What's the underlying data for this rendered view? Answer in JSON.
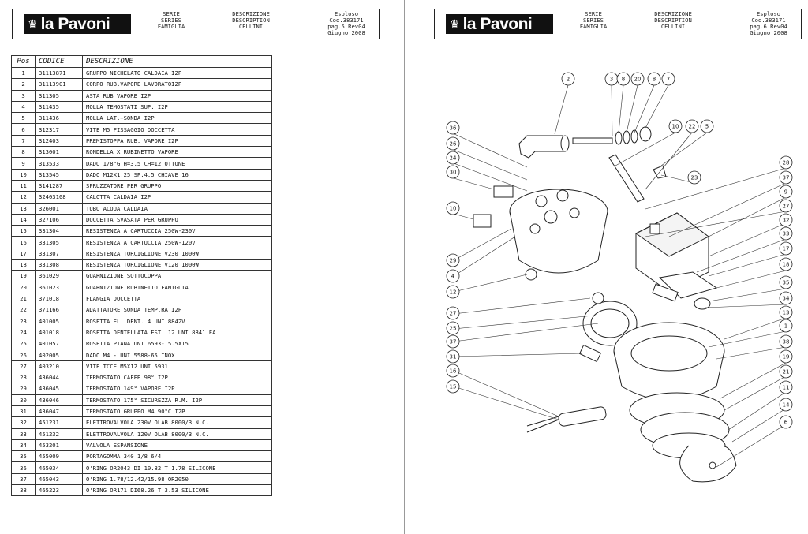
{
  "header": {
    "brand": "la Pavoni",
    "col_serie": [
      "SERIE",
      "SERIES",
      "FAMIGLIA"
    ],
    "col_desc": [
      "DESCRIZIONE",
      "DESCRIPTION",
      "CELLINI"
    ],
    "left_esp": [
      "Esploso",
      "Cod.383171",
      "pag.5  Rev04",
      "Giugno 2008"
    ],
    "right_esp": [
      "Esploso",
      "Cod.383171",
      "pag.6  Rev04",
      "Giugno 2008"
    ]
  },
  "table": {
    "headers": [
      "Pos",
      "CODICE",
      "DESCRIZIONE"
    ],
    "rows": [
      [
        "1",
        "31113871",
        "GRUPPO NICHELATO CALDAIA I2P"
      ],
      [
        "2",
        "31113901",
        "CORPO RUB.VAPORE LAVORATOI2P"
      ],
      [
        "3",
        "311305",
        "ASTA  RUB VAPORE I2P"
      ],
      [
        "4",
        "311435",
        "MOLLA TEMOSTATI SUP. I2P"
      ],
      [
        "5",
        "311436",
        "MOLLA LAT.+SONDA I2P"
      ],
      [
        "6",
        "312317",
        "VITE M5 FISSAGGIO DOCCETTA"
      ],
      [
        "7",
        "312403",
        "PREMISTOPPA RUB. VAPORE  I2P"
      ],
      [
        "8",
        "313001",
        "RONDELLA X RUBINETTO VAPORE"
      ],
      [
        "9",
        "313533",
        "DADO 1/8\"G H=3.5 CH=12 OTTONE"
      ],
      [
        "10",
        "313545",
        "DADO M12X1.25 SP.4.5 CHIAVE 16"
      ],
      [
        "11",
        "3141287",
        "SPRUZZATORE PER GRUPPO"
      ],
      [
        "12",
        "32403108",
        "CALOTTA CALDAIA I2P"
      ],
      [
        "13",
        "326001",
        "TUBO ACQUA CALDAIA"
      ],
      [
        "14",
        "327106",
        "DOCCETTA SVASATA PER GRUPPO"
      ],
      [
        "15",
        "331304",
        "RESISTENZA A CARTUCCIA  250W-230V"
      ],
      [
        "16",
        "331305",
        "RESISTENZA A CARTUCCIA  250W-120V"
      ],
      [
        "17",
        "331307",
        "RESISTENZA TORCIGLIONE V230 1000W"
      ],
      [
        "18",
        "331308",
        "RESISTENZA TORCIGLIONE V120 1000W"
      ],
      [
        "19",
        "361029",
        "GUARNIZIONE SOTTOCOPPA"
      ],
      [
        "20",
        "361023",
        "GUARNIZIONE RUBINETTO FAMIGLIA"
      ],
      [
        "21",
        "371018",
        "FLANGIA DOCCETTA"
      ],
      [
        "22",
        "371166",
        "ADATTATORE SONDA TEMP.RA I2P"
      ],
      [
        "23",
        "401005",
        "ROSETTA EL. DENT.  4 UNI 8842V"
      ],
      [
        "24",
        "401018",
        "ROSETTA DENTELLATA EST. 12 UNI 8841 FA"
      ],
      [
        "25",
        "401057",
        "ROSETTA PIANA UNI 6593- 5.5X15"
      ],
      [
        "26",
        "402005",
        "DADO  M4 - UNI 5588-65 INOX"
      ],
      [
        "27",
        "403210",
        "VITE TCCE M5X12 UNI 5931"
      ],
      [
        "28",
        "436044",
        "TERMOSTATO CAFFE 98° I2P"
      ],
      [
        "29",
        "436045",
        "TERMOSTATO 149° VAPORE I2P"
      ],
      [
        "30",
        "436046",
        "TERMOSTATO 175° SICUREZZA R.M. I2P"
      ],
      [
        "31",
        "436047",
        "TERMOSTATO GRUPPO M4 90°C I2P"
      ],
      [
        "32",
        "451231",
        "ELETTROVALVOLA 230V OLAB 8000/3 N.C."
      ],
      [
        "33",
        "451232",
        "ELETTROVALVOLA 120V OLAB 8000/3 N.C."
      ],
      [
        "34",
        "453201",
        "VALVOLA ESPANSIONE"
      ],
      [
        "35",
        "455009",
        "PORTAGOMMA 340 1/8 6/4"
      ],
      [
        "36",
        "465034",
        "O'RING OR2043 DI 10.82  T 1.78 SILICONE"
      ],
      [
        "37",
        "465043",
        "O'RING  1.78/12.42/15.98 OR2050"
      ],
      [
        "38",
        "465223",
        "O'RING OR171 DI68.26 T 3.53 SILICONE"
      ]
    ]
  },
  "callouts": [
    "2",
    "3",
    "8",
    "20",
    "8",
    "7",
    "36",
    "10",
    "22",
    "5",
    "26",
    "24",
    "30",
    "23",
    "28",
    "37",
    "9",
    "10",
    "27",
    "32",
    "29",
    "33",
    "4",
    "17",
    "12",
    "18",
    "27",
    "35",
    "34",
    "25",
    "13",
    "37",
    "1",
    "38",
    "31",
    "19",
    "16",
    "21",
    "15",
    "11",
    "14",
    "6"
  ]
}
